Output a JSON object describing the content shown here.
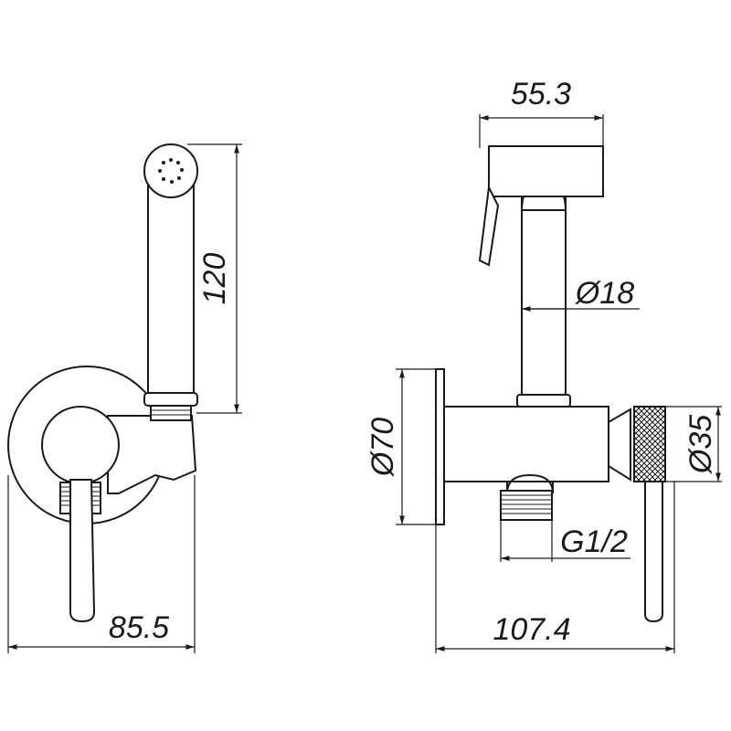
{
  "dimensions": {
    "front_width": "85.5",
    "front_height": "120",
    "side_head_width": "55.3",
    "side_hose_diameter": "Ø18",
    "side_flange_diameter": "Ø70",
    "side_body_diameter": "Ø35",
    "side_thread": "G1/2",
    "side_depth": "107.4"
  },
  "colors": {
    "line": "#1a1a1a",
    "background": "#ffffff"
  }
}
